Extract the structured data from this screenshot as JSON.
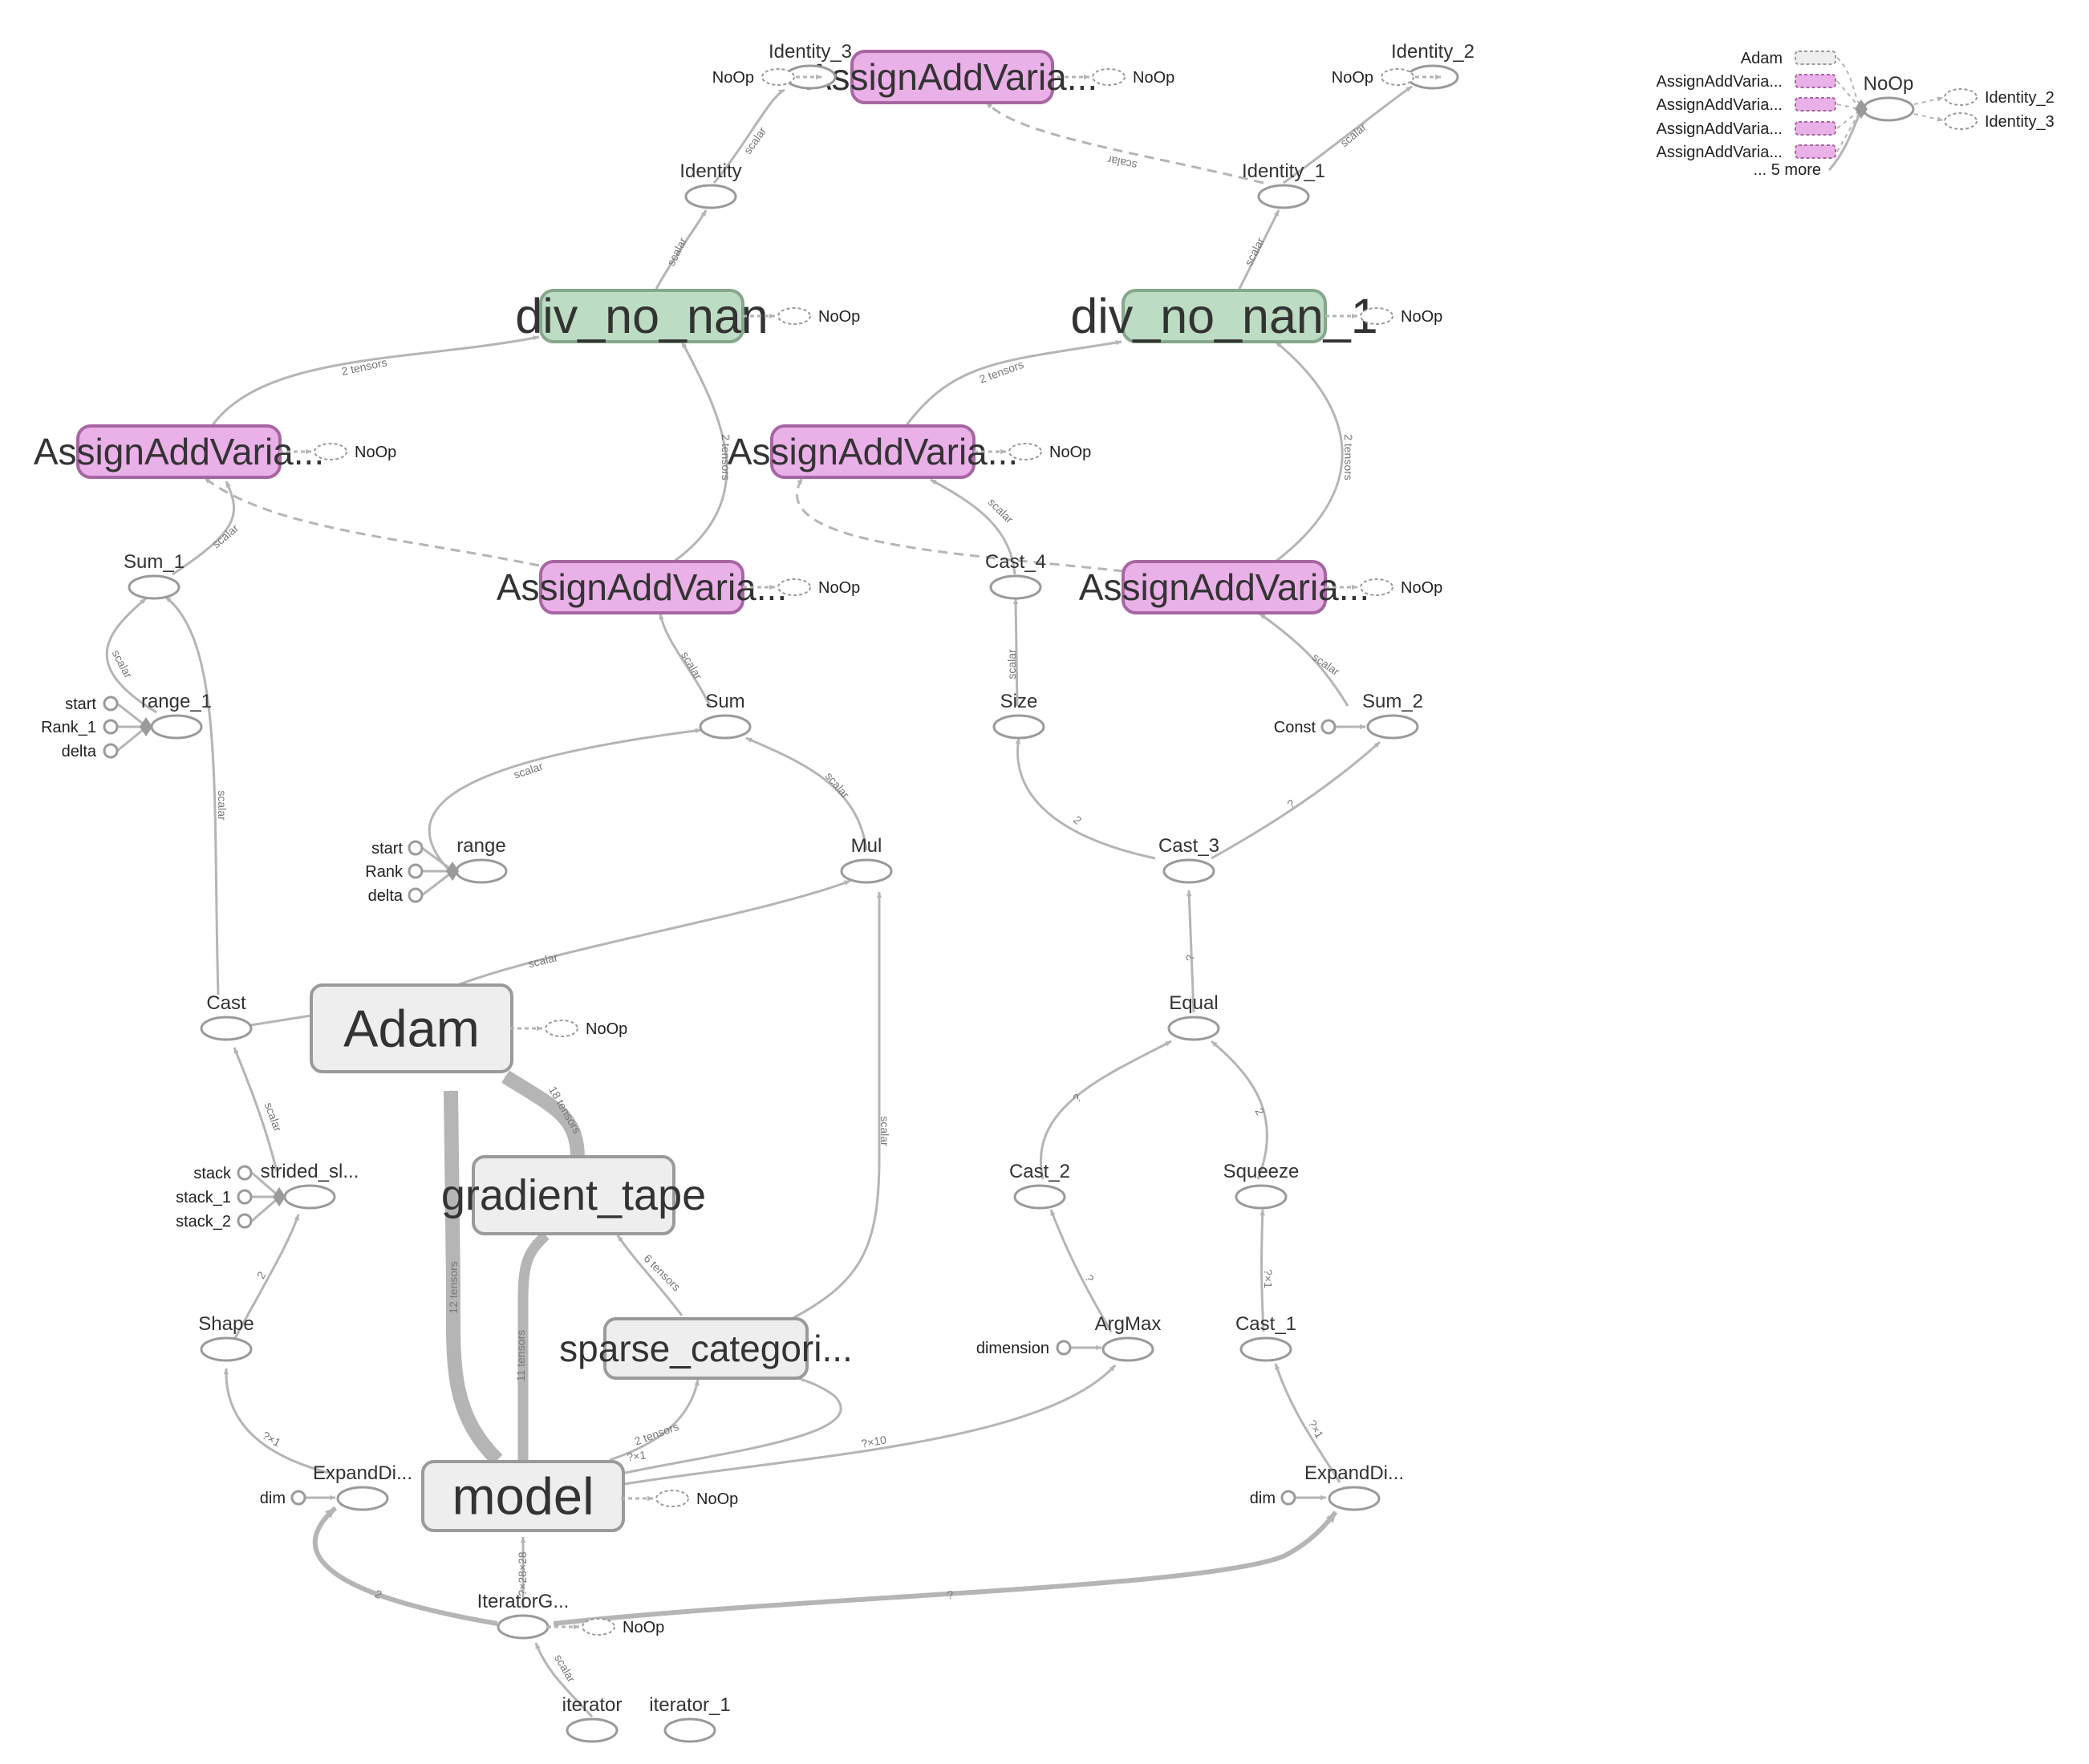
{
  "colors": {
    "meta": "#eab0e8",
    "meta_stroke": "#a766a2",
    "metric": "#bcdcc3",
    "metric_stroke": "#86a78c",
    "gray": "#eeeeee",
    "gray_stroke": "#9a9a9a",
    "edge": "#b5b5b5",
    "node_stroke": "#9a9a9a"
  },
  "groups": [
    {
      "id": "assign_top",
      "label": "AssignAddVaria...",
      "kind": "meta",
      "fs": 27
    },
    {
      "id": "div_no_nan",
      "label": "div_no_nan",
      "kind": "metric",
      "fs": 36
    },
    {
      "id": "div_no_nan_1",
      "label": "div_no_nan_1",
      "kind": "metric",
      "fs": 36
    },
    {
      "id": "assign_l",
      "label": "AssignAddVaria...",
      "kind": "meta",
      "fs": 27
    },
    {
      "id": "assign_c",
      "label": "AssignAddVaria...",
      "kind": "meta",
      "fs": 27
    },
    {
      "id": "assign_r1",
      "label": "AssignAddVaria...",
      "kind": "meta",
      "fs": 27
    },
    {
      "id": "assign_r2",
      "label": "AssignAddVaria...",
      "kind": "meta",
      "fs": 27
    },
    {
      "id": "adam",
      "label": "Adam",
      "kind": "gray",
      "fs": 38
    },
    {
      "id": "gradient_tape",
      "label": "gradient_tape",
      "kind": "gray",
      "fs": 32
    },
    {
      "id": "sparse",
      "label": "sparse_categori...",
      "kind": "gray",
      "fs": 27
    },
    {
      "id": "model",
      "label": "model",
      "kind": "gray",
      "fs": 38
    }
  ],
  "ops": [
    {
      "id": "identity_3",
      "label": "Identity_3"
    },
    {
      "id": "identity_2",
      "label": "Identity_2"
    },
    {
      "id": "identity",
      "label": "Identity"
    },
    {
      "id": "identity_1",
      "label": "Identity_1"
    },
    {
      "id": "sum_1",
      "label": "Sum_1"
    },
    {
      "id": "cast_4",
      "label": "Cast_4"
    },
    {
      "id": "range_1",
      "label": "range_1"
    },
    {
      "id": "sum",
      "label": "Sum"
    },
    {
      "id": "size",
      "label": "Size"
    },
    {
      "id": "sum_2",
      "label": "Sum_2"
    },
    {
      "id": "range",
      "label": "range"
    },
    {
      "id": "mul",
      "label": "Mul"
    },
    {
      "id": "cast_3",
      "label": "Cast_3"
    },
    {
      "id": "cast",
      "label": "Cast"
    },
    {
      "id": "equal",
      "label": "Equal"
    },
    {
      "id": "strided",
      "label": "strided_sl..."
    },
    {
      "id": "cast_2",
      "label": "Cast_2"
    },
    {
      "id": "squeeze",
      "label": "Squeeze"
    },
    {
      "id": "shape",
      "label": "Shape"
    },
    {
      "id": "argmax",
      "label": "ArgMax"
    },
    {
      "id": "cast_1",
      "label": "Cast_1"
    },
    {
      "id": "expand_l",
      "label": "ExpandDi..."
    },
    {
      "id": "expand_r",
      "label": "ExpandDi..."
    },
    {
      "id": "iterator_g",
      "label": "IteratorG..."
    },
    {
      "id": "iterator",
      "label": "iterator"
    },
    {
      "id": "iterator_1",
      "label": "iterator_1"
    },
    {
      "id": "noop_main",
      "label": "NoOp"
    },
    {
      "id": "id2_small",
      "label": "Identity_2"
    },
    {
      "id": "id3_small",
      "label": "Identity_3"
    }
  ],
  "side_labels": {
    "noop": "NoOp",
    "start": "start",
    "rank_1": "Rank_1",
    "delta": "delta",
    "rank": "Rank",
    "const": "Const",
    "stack": "stack",
    "stack_1": "stack_1",
    "stack_2": "stack_2",
    "dimension": "dimension",
    "dim": "dim"
  },
  "legend": {
    "items": [
      "Adam",
      "AssignAddVaria...",
      "AssignAddVaria...",
      "AssignAddVaria...",
      "AssignAddVaria..."
    ],
    "more": "... 5 more"
  },
  "edge_labels": {
    "scalar": "scalar",
    "two_tensors": "2 tensors",
    "q": "?",
    "q2": "2",
    "twelve": "12 tensors",
    "eleven": "11 tensors",
    "eighteen": "18 tensors",
    "six": "6 tensors",
    "qx1": "?×1",
    "qx10": "?×10",
    "img": "?×28×28"
  }
}
